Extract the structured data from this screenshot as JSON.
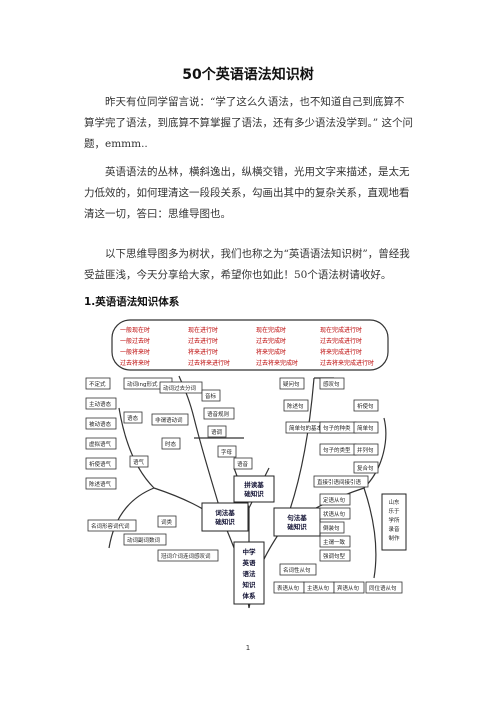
{
  "document": {
    "title": "50个英语语法知识树",
    "paragraphs": [
      "昨天有位同学留言说：“学了这么久语法，也不知道自己到底算不算学完了语法，到底算不算掌握了语法，还有多少语法没学到。” 这个问题，emmm..",
      "英语语法的丛林，横斜逸出，纵横交错，光用文字来描述，是太无力低效的，如何理清这一段段关系，勾画出其中的复杂关系，直观地看清这一切，答曰：思维导图也。",
      "以下思维导图多为树状，我们也称之为“英语语法知识树”，曾经我受益匪浅，今天分享给大家，希望你也如此！50个语法树请收好。"
    ],
    "section_heading": "1.英语语法知识体系",
    "page_number": "1"
  },
  "figure": {
    "top_box": {
      "rows": [
        [
          "一般现在时",
          "现在进行时",
          "现在完成时",
          "现在完成进行时"
        ],
        [
          "一般过去时",
          "过去进行时",
          "过去完成时",
          "过去完成进行时"
        ],
        [
          "一般将来时",
          "将来进行时",
          "将来完成时",
          "将来完成进行时"
        ],
        [
          "过去将来时",
          "过去将来进行时",
          "过去将来完成时",
          "过去将来完成进行时"
        ]
      ]
    },
    "centers": {
      "root": "中学英语语法知识体系",
      "word_basics": "词法基础知识",
      "reading_basics": "拼读基础知识",
      "syntax_basics": "句法基础知识"
    },
    "left_labels": [
      "不定式",
      "动词ing形式",
      "动词过去分词",
      "主动语态",
      "被动语态",
      "虚拟语气",
      "祈使语气",
      "陈述语气",
      "语态",
      "非谓语动词",
      "时态",
      "语气",
      "名词形容词代词",
      "动词副词数词",
      "冠词介词连词感叹词",
      "词类"
    ],
    "middle_labels": [
      "音标",
      "语音规则",
      "语调",
      "字母",
      "语音"
    ],
    "right_labels": [
      "疑问句",
      "感叹句",
      "陈述句",
      "祈使句",
      "简单句的基本句型",
      "句子的种类",
      "句子的类型",
      "简单句",
      "并列句",
      "复合句",
      "直接引语间接引语",
      "定语从句",
      "状语从句",
      "倒装句",
      "主谓一致",
      "强调句型",
      "名词性从句",
      "表语从句",
      "主语从句",
      "宾语从句",
      "同位语从句"
    ],
    "credit": "山东乐于学所录音制作"
  }
}
